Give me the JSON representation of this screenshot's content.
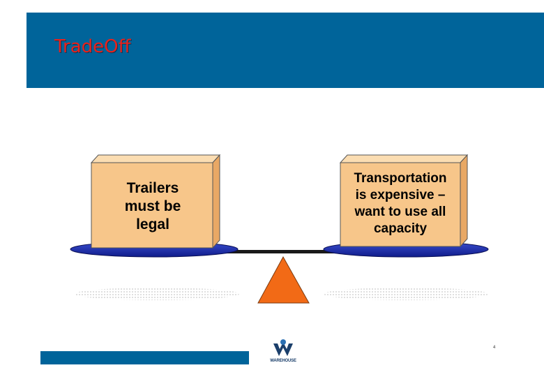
{
  "slide": {
    "title": "TradeOff",
    "page_number": "4"
  },
  "scale": {
    "left_box": {
      "text": "Trailers\nmust be\nlegal"
    },
    "right_box": {
      "text": "Transportation\nis expensive –\nwant to use all\ncapacity"
    }
  },
  "logo": {
    "text": "WAREHOUSE"
  },
  "colors": {
    "header": "#00649A",
    "title": "#E8211B",
    "box_front": "#F7C68A",
    "box_side": "#E8A865",
    "pan": "#1E2FB0",
    "fulcrum": "#F26A16"
  }
}
